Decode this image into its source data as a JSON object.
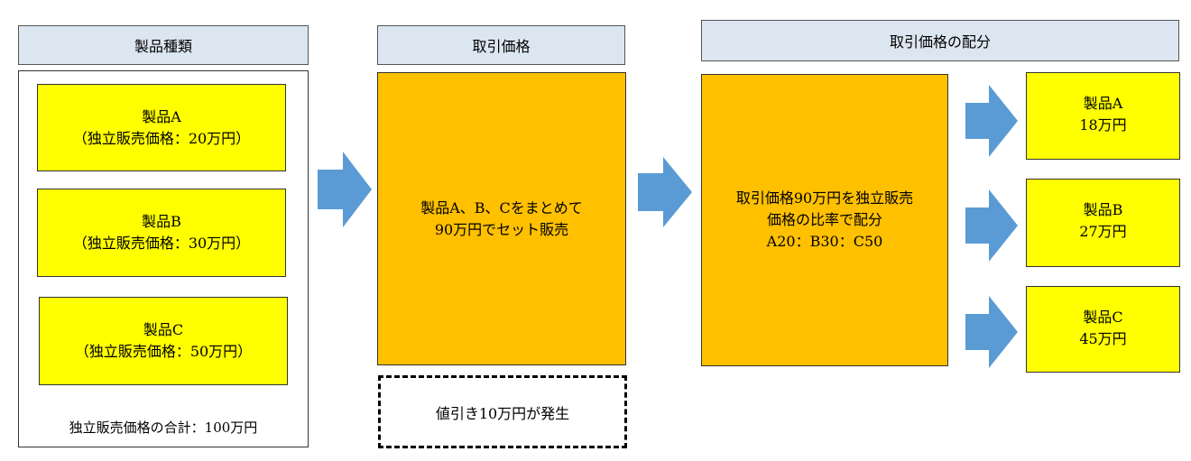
{
  "headers": {
    "product_types": "製品種類",
    "transaction_price": "取引価格",
    "allocation": "取引価格の配分"
  },
  "products": [
    {
      "name": "製品A",
      "price": "（独立販売価格：20万円）"
    },
    {
      "name": "製品B",
      "price": "（独立販売価格：30万円）"
    },
    {
      "name": "製品C",
      "price": "（独立販売価格：50万円）"
    }
  ],
  "total_label": "独立販売価格の合計：100万円",
  "bundle": {
    "line1": "製品A、B、Cをまとめて",
    "line2": "90万円でセット販売"
  },
  "discount_label": "値引き10万円が発生",
  "allocation_box": {
    "line1": "取引価格90万円を独立販売",
    "line2": "価格の比率で配分",
    "line3": "A20：B30：C50"
  },
  "results": [
    {
      "name": "製品A",
      "amount": "18万円"
    },
    {
      "name": "製品B",
      "amount": "27万円"
    },
    {
      "name": "製品C",
      "amount": "45万円"
    }
  ],
  "colors": {
    "header_fill": "#dce6f1",
    "product_fill": "#ffff00",
    "process_fill": "#ffc000",
    "arrow_fill": "#5b9bd5"
  }
}
